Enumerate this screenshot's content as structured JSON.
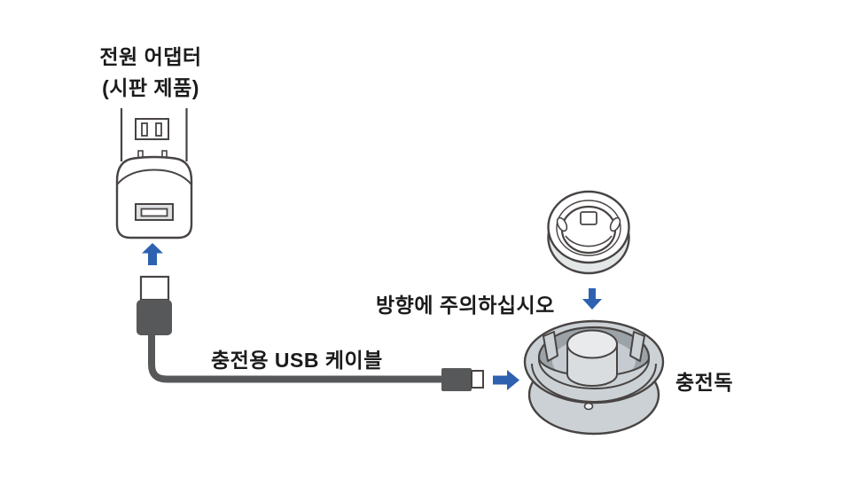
{
  "labels": {
    "power_adapter_line1": "전원 어댑터",
    "power_adapter_line2": "(시판 제품)",
    "usb_cable": "충전용 USB 케이블",
    "direction_caution": "방향에 주의하십시오",
    "charging_dock": "충전독"
  },
  "icons": {
    "up_arrow": "up-arrow-icon",
    "down_arrow": "down-arrow-icon",
    "right_arrow": "right-arrow-icon"
  },
  "colors": {
    "arrow_blue": "#2e61b0",
    "outline_dark": "#484443",
    "connector_gray": "#575859",
    "dock_body_gray": "#ccd1d5",
    "dock_channel_gray": "#9ba2a8",
    "background": "#ffffff"
  }
}
